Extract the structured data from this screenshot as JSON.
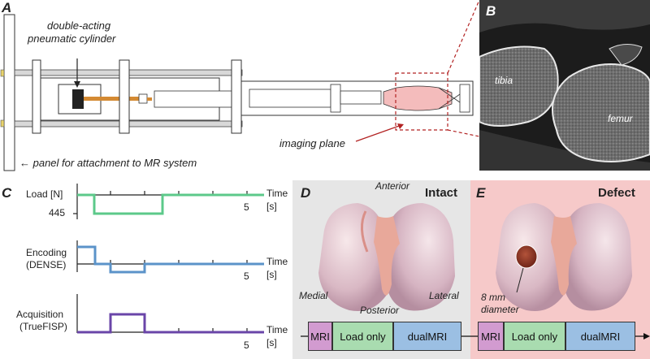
{
  "panel_a": {
    "letter": "A",
    "cylinder_label_line1": "double-acting",
    "cylinder_label_line2": "pneumatic cylinder",
    "panel_label": "← panel for attachment to MR system",
    "imaging_plane_label": "imaging plane"
  },
  "panel_b": {
    "letter": "B",
    "tibia_label": "tibia",
    "femur_label": "femur"
  },
  "panel_c": {
    "letter": "C",
    "load_label": "Load [N]",
    "load_value": "445",
    "encoding_line1": "Encoding",
    "encoding_line2": "(DENSE)",
    "acquisition_line1": "Acquisition",
    "acquisition_line2": "(TrueFISP)",
    "time_label": "Time",
    "time_unit": "[s]",
    "time_end": "5",
    "colors": {
      "load": "#5cc98a",
      "encoding": "#5b93c9",
      "acquisition": "#6a45a8"
    }
  },
  "panel_d": {
    "letter": "D",
    "title": "Intact",
    "anterior": "Anterior",
    "posterior": "Posterior",
    "medial": "Medial",
    "lateral": "Lateral",
    "timeline": [
      "MRI",
      "Load only",
      "dualMRI"
    ]
  },
  "panel_e": {
    "letter": "E",
    "title": "Defect",
    "defect_line1": "8 mm",
    "defect_line2": "diameter",
    "timeline": [
      "MRI",
      "Load only",
      "dualMRI"
    ]
  },
  "colors": {
    "panel_d_bg": "#e6e6e6",
    "panel_e_bg": "#f6c9c9",
    "mri_box": "#d29bd0",
    "load_box": "#a9dcb0",
    "dualmri_box": "#9bbfe3",
    "dashed_red": "#b22222"
  }
}
